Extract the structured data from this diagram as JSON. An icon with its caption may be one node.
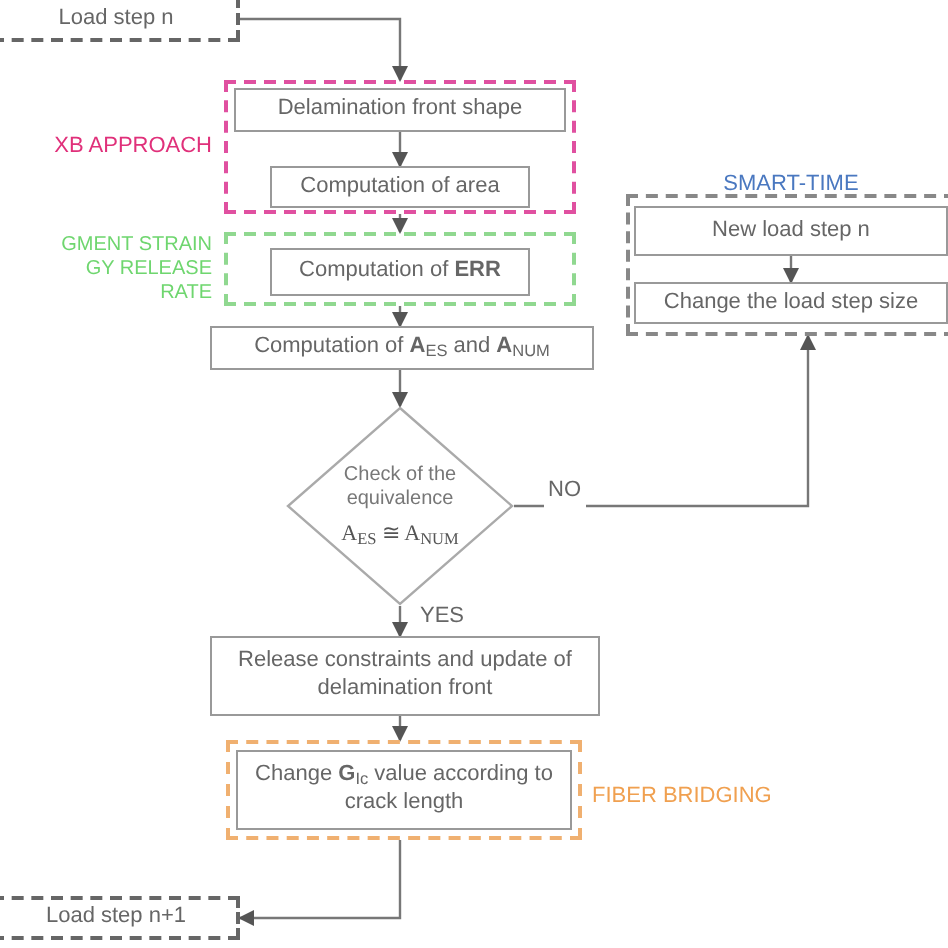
{
  "diagram": {
    "nodes": [
      {
        "text": [
          "Load step n"
        ]
      },
      {
        "text": [
          "XB APPROACH"
        ]
      },
      {
        "text": [
          "Delamination front shape"
        ],
        "in": 1
      },
      {
        "text": [
          "Computation of area"
        ],
        "in": 1
      },
      {
        "text": [
          "GMENT STRAIN GY RELEASE RATE"
        ]
      },
      {
        "text": [
          "Computation of **ERR**"
        ],
        "in": 4
      },
      {
        "text": [
          "Computation of **A**$_{ES}$ and **A**$_{NUM}$"
        ]
      },
      {
        "text": [
          "Check of the equivalence",
          "A$_{ES}$ ≅ A$_{NUM}$"
        ]
      },
      {
        "text": [
          "Release constraints and update of delamination front"
        ]
      },
      {
        "text": [
          "FIBER BRIDGING"
        ]
      },
      {
        "text": [
          "Change **G**$_{Ic}$ value according to crack length"
        ],
        "in": 9
      },
      {
        "text": [
          "Load step n+1"
        ]
      },
      {
        "text": [
          "SMART-TIME"
        ]
      },
      {
        "text": [
          "New load step n"
        ],
        "in": 12
      },
      {
        "text": [
          "Change the load step size"
        ],
        "in": 12
      }
    ],
    "edges": [
      {
        "from": 0,
        "to": 1,
        "arrow": "to"
      },
      {
        "from": 2,
        "to": 3,
        "arrow": "to"
      },
      {
        "from": 1,
        "to": 4,
        "arrow": "to"
      },
      {
        "from": 4,
        "to": 6,
        "arrow": "to"
      },
      {
        "from": 6,
        "to": 7,
        "arrow": "to"
      },
      {
        "from": 7,
        "to": 8,
        "arrow": "to",
        "label": "YES"
      },
      {
        "from": 7,
        "to": 12,
        "arrow": "to",
        "label": "NO"
      },
      {
        "from": 13,
        "to": 14,
        "arrow": "to"
      },
      {
        "from": 8,
        "to": 9,
        "arrow": "to"
      },
      {
        "from": 9,
        "to": 11,
        "arrow": "to"
      }
    ]
  }
}
